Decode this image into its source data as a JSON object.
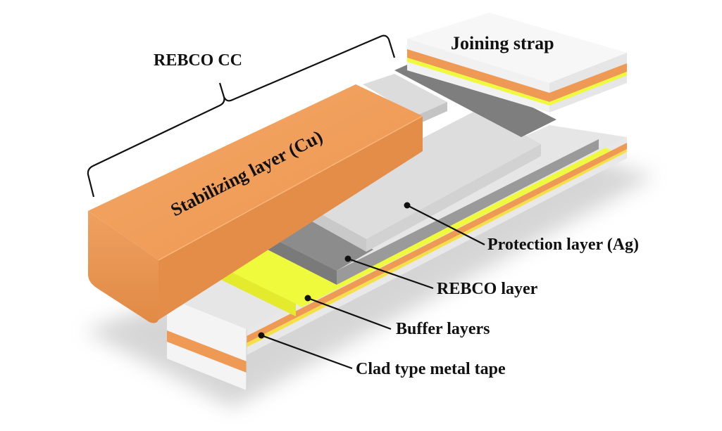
{
  "labels": {
    "rebco_cc": "REBCO CC",
    "joining_strap": "Joining strap",
    "stabilizing_layer": "Stabilizing  layer (Cu)",
    "protection_layer": "Protection layer (Ag)",
    "rebco_layer": "REBCO layer",
    "buffer_layers": "Buffer layers",
    "clad_tape": "Clad type metal tape"
  },
  "colors": {
    "copper": "#EE9A55",
    "silver": "#DCDCDC",
    "rebco": "#8C8C8C",
    "buffer": "#F0FA3C",
    "substrate": "#F2F2F2"
  }
}
